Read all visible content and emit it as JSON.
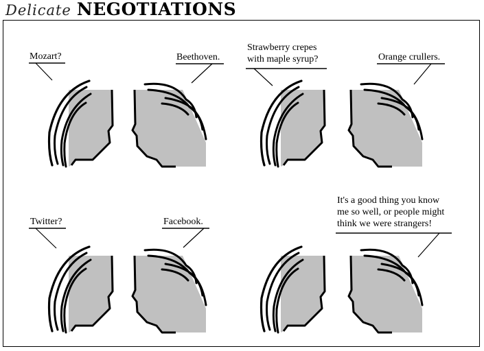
{
  "title": {
    "prefix": "Delicate",
    "main": "NEGOTIATIONS"
  },
  "panels": [
    {
      "left_line": [
        "Mozart?"
      ],
      "right_line": [
        "Beethoven."
      ]
    },
    {
      "left_line": [
        "Strawberry crepes",
        "with maple syrup?"
      ],
      "right_line": [
        "Orange crullers."
      ]
    },
    {
      "left_line": [
        "Twitter?"
      ],
      "right_line": [
        "Facebook."
      ]
    },
    {
      "left_line": [],
      "right_line": [
        "It's a good thing you know",
        "me so well, or people might",
        "think we were strangers!"
      ]
    }
  ],
  "colors": {
    "head": "#c0c0c0",
    "ink": "#000000"
  }
}
